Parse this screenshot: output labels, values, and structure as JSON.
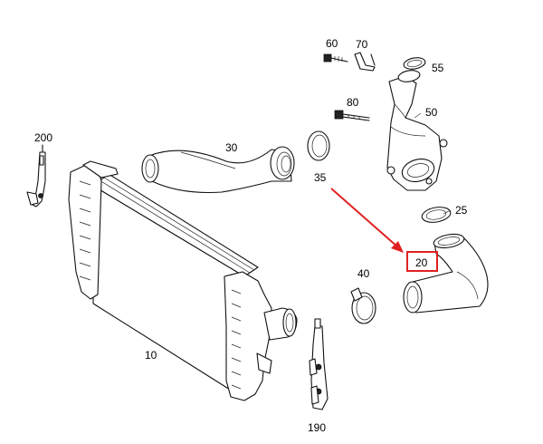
{
  "labels": {
    "p10": "10",
    "p20": "20",
    "p25": "25",
    "p30": "30",
    "p35": "35",
    "p40": "40",
    "p50": "50",
    "p55": "55",
    "p60": "60",
    "p70": "70",
    "p80": "80",
    "p190": "190",
    "p200": "200"
  },
  "highlight": {
    "part": "20",
    "color": "#e02020"
  },
  "icons": {
    "arrow": "red-arrow-icon"
  }
}
